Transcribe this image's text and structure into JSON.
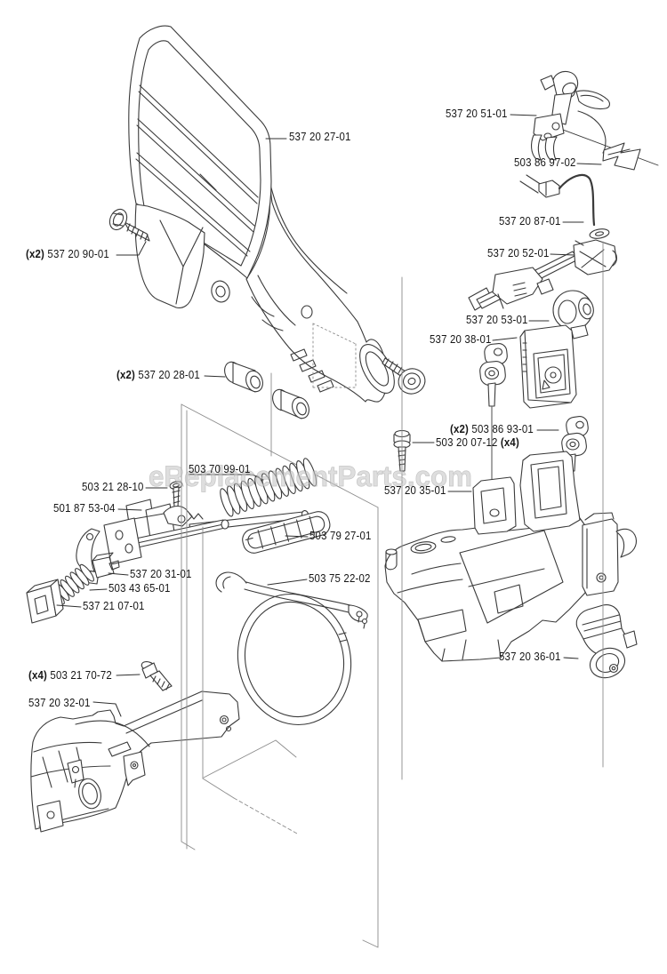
{
  "watermark": "eReplacementParts.com",
  "colors": {
    "background": "#ffffff",
    "line_art": "#3a3a3a",
    "guide_line": "#8c8c8c",
    "label_text": "#161616",
    "watermark_gray": "#c9c9c9"
  },
  "labels": [
    {
      "num": "537 20 27-01"
    },
    {
      "pre": "(x2) ",
      "num": "537 20 90-01"
    },
    {
      "num": "537 20 51-01"
    },
    {
      "num": "503 86 97-02"
    },
    {
      "num": "537 20 87-01"
    },
    {
      "num": "537 20 52-01"
    },
    {
      "num": "537 20 53-01"
    },
    {
      "num": "537 20 38-01"
    },
    {
      "pre": "(x2) ",
      "num": "537 20 28-01"
    },
    {
      "pre": "(x2) ",
      "num": "503 86 93-01"
    },
    {
      "num": "503 20 07-12 ",
      "post": "(x4)"
    },
    {
      "num": "537 20 35-01"
    },
    {
      "num": "503 70 99-01"
    },
    {
      "num": "503 21 28-10"
    },
    {
      "num": "501 87 53-04"
    },
    {
      "num": "537 20 31-01"
    },
    {
      "num": "503 43 65-01"
    },
    {
      "num": "537 21 07-01"
    },
    {
      "num": "503 79 27-01"
    },
    {
      "num": "503 75 22-02"
    },
    {
      "pre": "(x4) ",
      "num": "503 21 70-72"
    },
    {
      "num": "537 20 32-01"
    },
    {
      "num": "537 20 36-01"
    }
  ]
}
